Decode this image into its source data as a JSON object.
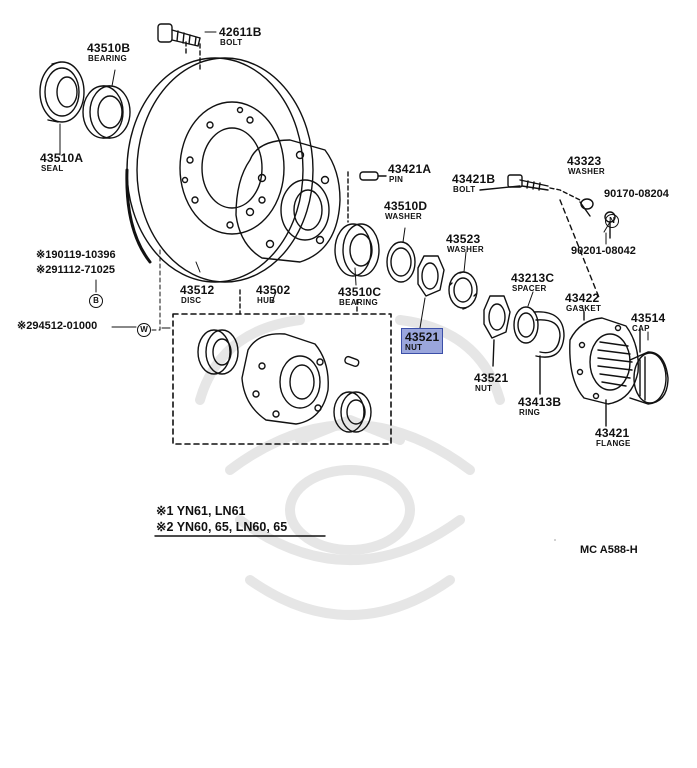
{
  "parts": {
    "bolt_42611B": {
      "number": "42611B",
      "name": "BOLT"
    },
    "bearing_43510B": {
      "number": "43510B",
      "name": "BEARING"
    },
    "seal_43510A": {
      "number": "43510A",
      "name": "SEAL"
    },
    "pin_43421A": {
      "number": "43421A",
      "name": "PIN"
    },
    "bolt_43421B": {
      "number": "43421B",
      "name": "BOLT"
    },
    "washer_43323": {
      "number": "43323",
      "name": "WASHER"
    },
    "part_90170": {
      "number": "90170-08204"
    },
    "part_90201": {
      "number": "90201-08042"
    },
    "washer_43510D": {
      "number": "43510D",
      "name": "WASHER"
    },
    "washer_43523": {
      "number": "43523",
      "name": "WASHER"
    },
    "spacer_43213C": {
      "number": "43213C",
      "name": "SPACER"
    },
    "gasket_43422": {
      "number": "43422",
      "name": "GASKET"
    },
    "cap_43514": {
      "number": "43514",
      "name": "CAP"
    },
    "disc_43512": {
      "number": "43512",
      "name": "DISC"
    },
    "hub_43502": {
      "number": "43502",
      "name": "HUB"
    },
    "bearing_43510C": {
      "number": "43510C",
      "name": "BEARING"
    },
    "nut_43521_selected": {
      "number": "43521",
      "name": "NUT"
    },
    "nut_43521": {
      "number": "43521",
      "name": "NUT"
    },
    "ring_43413B": {
      "number": "43413B",
      "name": "RING"
    },
    "flange_43421": {
      "number": "43421",
      "name": "FLANGE"
    }
  },
  "fasteners": {
    "note1": {
      "mark": "※1",
      "number": "90119-10396"
    },
    "note2": {
      "mark": "※2",
      "number": "91112-71025"
    },
    "note3": {
      "mark": "※2",
      "number": "94512-01000"
    },
    "symbol_b": "B",
    "symbol_w": "W",
    "symbol_n": "N"
  },
  "legend": {
    "row1": {
      "mark": "※1",
      "text": "YN61, LN61"
    },
    "row2": {
      "mark": "※2",
      "text": "YN60, 65, LN60, 65"
    }
  },
  "figure_code": "MC A588-H"
}
